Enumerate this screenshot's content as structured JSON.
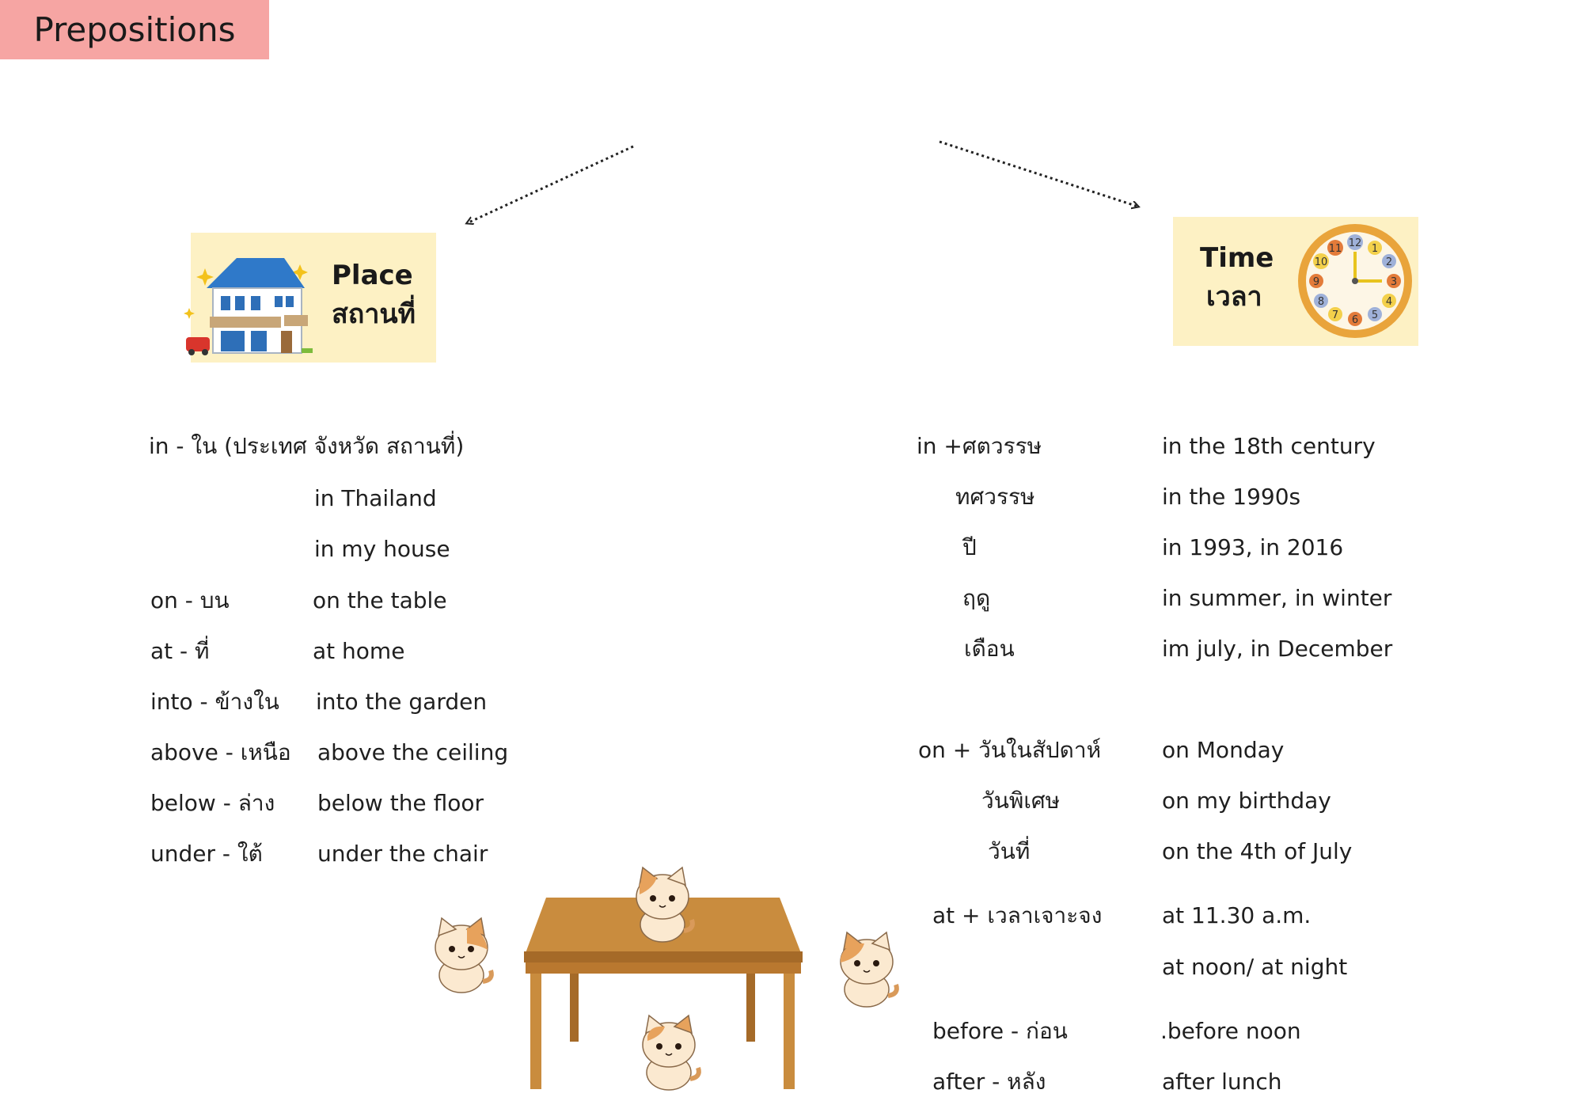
{
  "title": "Prepositions",
  "place": {
    "label_en": "Place",
    "label_th": "สถานที่",
    "icon": "house-icon",
    "header": "in - ใน (ประเทศ จังหวัด สถานที่)",
    "in_examples": [
      "in Thailand",
      "in my house"
    ],
    "rows": [
      {
        "prep": "on - บน",
        "example": "on the table"
      },
      {
        "prep": "at - ที่",
        "example": "at home"
      },
      {
        "prep": "into - ข้างใน",
        "example": "into the garden"
      },
      {
        "prep": "above - เหนือ",
        "example": "above the ceiling"
      },
      {
        "prep": "below - ล่าง",
        "example": "below the floor"
      },
      {
        "prep": "under - ใต้",
        "example": "under the chair"
      }
    ]
  },
  "time": {
    "label_en": "Time",
    "label_th": "เวลา",
    "icon": "clock-icon",
    "in_group": [
      {
        "label": "in +ศตวรรษ",
        "example": "in the 18th century"
      },
      {
        "label": "ทศวรรษ",
        "example": "in the 1990s"
      },
      {
        "label": "ปี",
        "example": "in 1993, in 2016"
      },
      {
        "label": "ฤดู",
        "example": "in summer, in winter"
      },
      {
        "label": "เดือน",
        "example": "im july, in December"
      }
    ],
    "on_group": [
      {
        "label": "on + วันในสัปดาห์",
        "example": "on Monday"
      },
      {
        "label": "วันพิเศษ",
        "example": "on my birthday"
      },
      {
        "label": "วันที่",
        "example": "on the 4th of July"
      }
    ],
    "at_group": {
      "label": "at + เวลาเจาะจง",
      "examples": [
        "at 11.30 a.m.",
        "at noon/ at night"
      ]
    },
    "before_after": [
      {
        "label": "before - ก่อน",
        "example": ".before noon"
      },
      {
        "label": "after - หลัง",
        "example": "after lunch"
      }
    ]
  },
  "illustration": {
    "icons": [
      "table-icon",
      "cat-icon"
    ]
  },
  "colors": {
    "title_bg": "#f6a5a3",
    "card_bg": "#fdf1c4"
  }
}
